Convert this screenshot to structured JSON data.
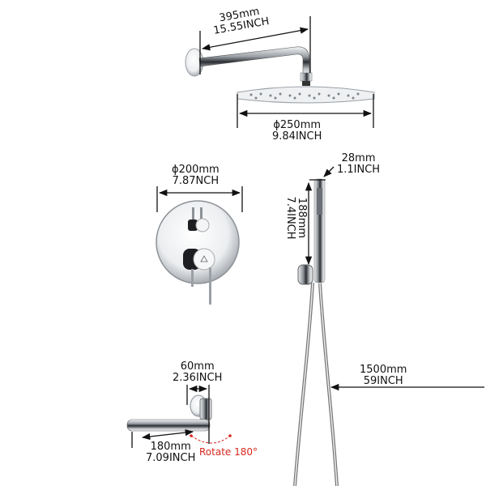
{
  "diagram": {
    "title": "Shower system dimension diagram",
    "components": [
      {
        "id": "shower-arm",
        "label_mm": "395mm",
        "label_inch": "15.55INCH"
      },
      {
        "id": "rain-shower-head",
        "label_mm": "ϕ250mm",
        "label_inch": "9.84INCH"
      },
      {
        "id": "valve-trim-plate",
        "label_mm": "ϕ200mm",
        "label_inch": "7.87NCH"
      },
      {
        "id": "handheld-shower-diameter",
        "label_mm": "28mm",
        "label_inch": "1.1INCH"
      },
      {
        "id": "handheld-shower-length",
        "label_mm": "188mm",
        "label_inch": "7.4INCH"
      },
      {
        "id": "shower-hose",
        "label_mm": "1500mm",
        "label_inch": "59INCH"
      },
      {
        "id": "tub-spout-depth",
        "label_mm": "60mm",
        "label_inch": "2.36INCH"
      },
      {
        "id": "tub-spout-length",
        "label_mm": "180mm",
        "label_inch": "7.09INCH"
      }
    ],
    "annotation": {
      "rotate": "Rotate 180°"
    },
    "colors": {
      "dimension_line": "#111111",
      "annotation": "#d8261f",
      "chrome": "#c9cdd2"
    }
  }
}
